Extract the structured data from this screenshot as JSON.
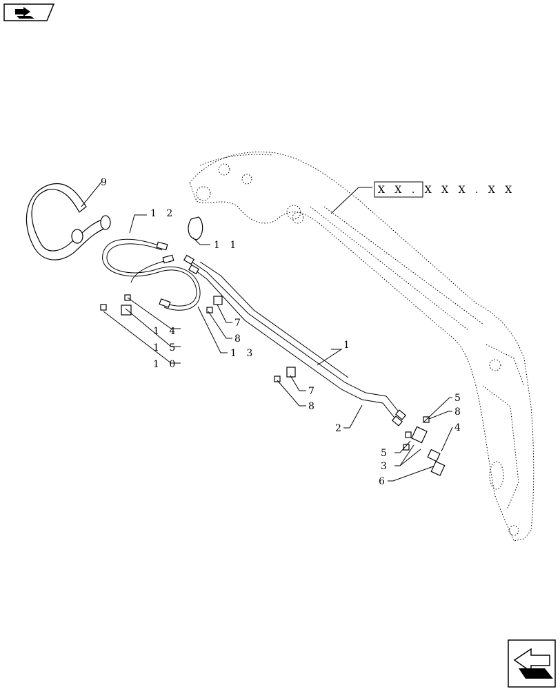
{
  "reference_label": "X X . X X X . X X",
  "callouts": {
    "c1": "1",
    "c2": "2",
    "c3": "3",
    "c4": "4",
    "c5a": "5",
    "c5b": "5",
    "c6": "6",
    "c7a": "7",
    "c7b": "7",
    "c8a": "8",
    "c8b": "8",
    "c8c": "8",
    "c9": "9",
    "c10": "1 0",
    "c11": "1 1",
    "c12": "1 2",
    "c13": "1 3",
    "c14": "1 4",
    "c15": "1 5"
  },
  "icons": {
    "top_left": "book-arrow-icon",
    "bottom_right": "next-page-arrow-icon"
  }
}
